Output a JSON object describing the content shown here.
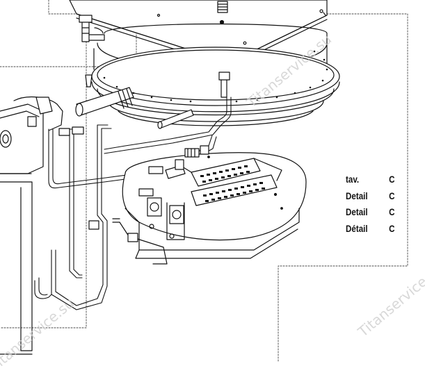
{
  "legend": {
    "rows": [
      {
        "word": "tav.",
        "letter": "C"
      },
      {
        "word": "Detail",
        "letter": "C"
      },
      {
        "word": "Detail",
        "letter": "C"
      },
      {
        "word": "Détail",
        "letter": "C"
      }
    ]
  },
  "watermark": {
    "text": "Titanservice.su"
  }
}
